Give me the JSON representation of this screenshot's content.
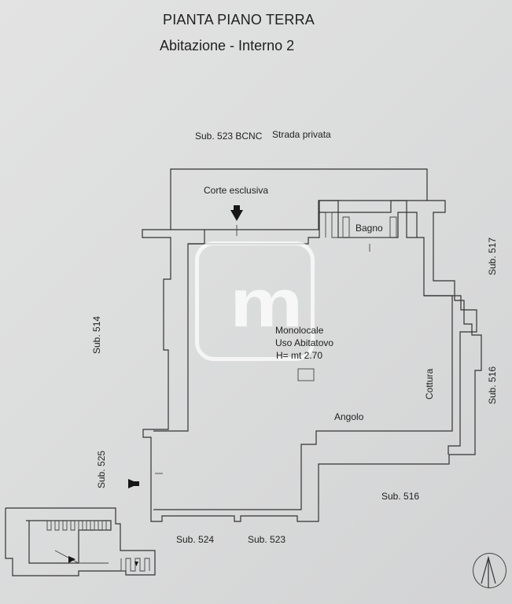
{
  "header": {
    "title": "PIANTA PIANO TERRA",
    "subtitle": "Abitazione - Interno 2"
  },
  "labels": {
    "top_boundary": "Sub. 523 BCNC",
    "top_road": "Strada privata",
    "courtyard": "Corte esclusiva",
    "bathroom": "Bagno",
    "left_sub_514": "Sub. 514",
    "left_sub_525": "Sub. 525",
    "right_sub_517": "Sub. 517",
    "right_sub_516_vertical": "Sub. 516",
    "main_room_1": "Monolocale",
    "main_room_2": "Uso Abitatovo",
    "main_room_3": "H= mt 2.70",
    "kitchen": "Cottura",
    "corner": "Angolo",
    "bottom_sub_516": "Sub. 516",
    "bottom_sub_524": "Sub. 524",
    "bottom_sub_523": "Sub. 523"
  },
  "watermark": {
    "letter": "m"
  },
  "colors": {
    "paper": "#dcdddd",
    "ink": "#1f1f1f",
    "line": "#333333",
    "watermark": "#ffffff"
  },
  "icons": {
    "entry_top": "arrow-down-icon",
    "entry_left": "arrow-right-icon",
    "compass": "north-compass-icon"
  }
}
